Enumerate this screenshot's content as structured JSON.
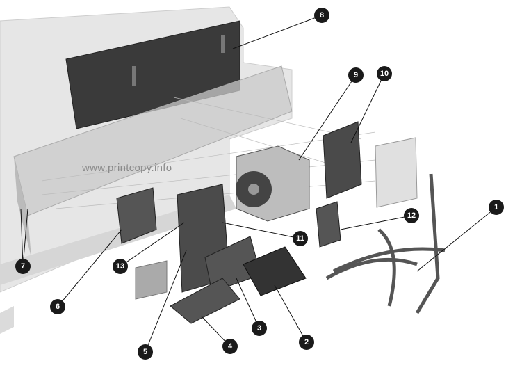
{
  "watermark": "www.printcopy.info",
  "callouts": [
    {
      "label": "1"
    },
    {
      "label": "2"
    },
    {
      "label": "3"
    },
    {
      "label": "4"
    },
    {
      "label": "5"
    },
    {
      "label": "6"
    },
    {
      "label": "7"
    },
    {
      "label": "8"
    },
    {
      "label": "9"
    },
    {
      "label": "10"
    },
    {
      "label": "11"
    },
    {
      "label": "12"
    },
    {
      "label": "13"
    }
  ]
}
